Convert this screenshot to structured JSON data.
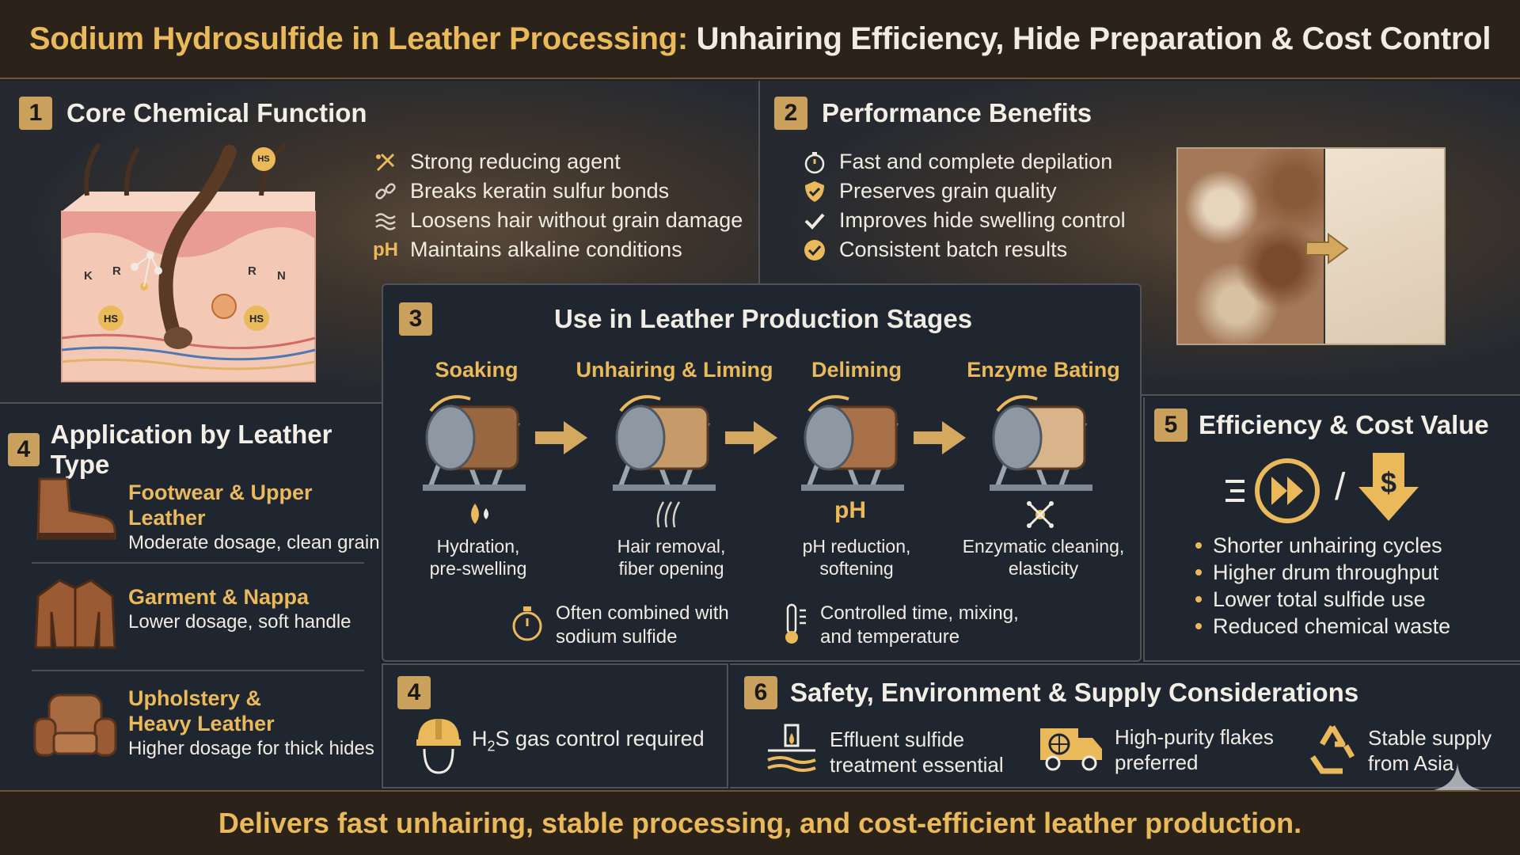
{
  "title": {
    "part1": "Sodium Hydrosulfide in Leather Processing:",
    "part2": " Unhairing Efficiency, Hide Preparation & Cost Control"
  },
  "section1": {
    "number": "1",
    "title": "Core Chemical Function",
    "diagram_labels": {
      "hs": "HS",
      "r": "R",
      "k": "K",
      "n": "N"
    },
    "items": [
      {
        "icon": "reducing-agent-icon",
        "text": "Strong reducing agent"
      },
      {
        "icon": "broken-link-icon",
        "text": "Breaks keratin sulfur bonds"
      },
      {
        "icon": "waves-icon",
        "text": "Loosens hair without grain damage"
      },
      {
        "icon": "ph-icon",
        "icon_text": "pH",
        "text": "Maintains alkaline conditions"
      }
    ]
  },
  "section2": {
    "number": "2",
    "title": "Performance Benefits",
    "items": [
      {
        "icon": "stopwatch-icon",
        "text": "Fast and complete depilation"
      },
      {
        "icon": "shield-check-icon",
        "text": "Preserves grain quality"
      },
      {
        "icon": "checkmark-icon",
        "text": "Improves hide swelling control"
      },
      {
        "icon": "badge-check-icon",
        "text": "Consistent batch results"
      }
    ]
  },
  "section3": {
    "number": "3",
    "title": "Use in Leather Production Stages",
    "stages": [
      {
        "name": "Soaking",
        "icon": "water-drops-icon",
        "desc1": "Hydration,",
        "desc2": "pre-swelling"
      },
      {
        "name": "Unhairing & Liming",
        "icon": "hair-icon",
        "desc1": "Hair removal,",
        "desc2": "fiber opening"
      },
      {
        "name": "Deliming",
        "icon": "ph-icon",
        "icon_text": "pH",
        "desc1": "pH reduction,",
        "desc2": "softening"
      },
      {
        "name": "Enzyme Bating",
        "icon": "enzyme-icon",
        "desc1": "Enzymatic cleaning,",
        "desc2": "elasticity"
      }
    ],
    "notes": [
      {
        "icon": "stopwatch-icon",
        "line1": "Often combined with",
        "line2": "sodium sulfide"
      },
      {
        "icon": "thermometer-icon",
        "line1": "Controlled time, mixing,",
        "line2": "and temperature"
      }
    ]
  },
  "section4": {
    "number": "4",
    "title": "Application by Leather Type",
    "types": [
      {
        "icon": "boot-icon",
        "name": "Footwear & Upper Leather",
        "desc": "Moderate dosage, clean grain"
      },
      {
        "icon": "jacket-icon",
        "name": "Garment & Nappa",
        "desc": "Lower dosage, soft handle"
      },
      {
        "icon": "armchair-icon",
        "name1": "Upholstery &",
        "name2": "Heavy Leather",
        "desc": "Higher dosage for thick hides"
      }
    ]
  },
  "section5": {
    "number": "5",
    "title": "Efficiency & Cost Value",
    "bullets": [
      "Shorter unhairing cycles",
      "Higher drum throughput",
      "Lower total sulfide use",
      "Reduced chemical waste"
    ]
  },
  "section4b": {
    "number": "4",
    "h2s_pre": "H",
    "h2s_sub": "2",
    "h2s_post": "S gas control required"
  },
  "section6": {
    "number": "6",
    "title": "Safety, Environment & Supply Considerations",
    "items": [
      {
        "icon": "effluent-icon",
        "line1": "Effluent sulfide",
        "line2": "treatment essential"
      },
      {
        "icon": "truck-icon",
        "line1": "High-purity flakes",
        "line2": "preferred"
      },
      {
        "icon": "recycle-icon",
        "line1": "Stable supply",
        "line2": "from Asia"
      }
    ]
  },
  "footer": "Delivers fast unhairing, stable processing, and cost-efficient leather production.",
  "colors": {
    "accent": "#e9b95a",
    "badge": "#c9a05c",
    "panel": "#1f2630",
    "bar": "#2b2219"
  }
}
